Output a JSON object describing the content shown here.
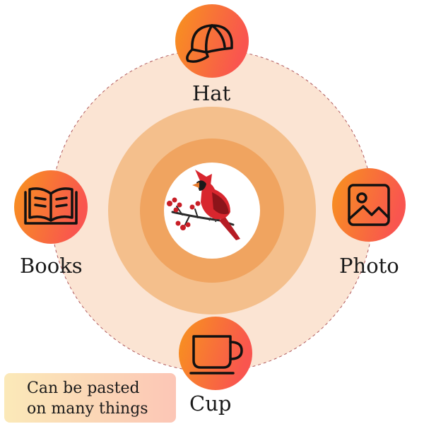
{
  "items": {
    "top": {
      "label": "Hat",
      "icon": "hat-icon"
    },
    "left": {
      "label": "Books",
      "icon": "book-icon"
    },
    "right": {
      "label": "Photo",
      "icon": "image-icon"
    },
    "bottom": {
      "label": "Cup",
      "icon": "cup-icon"
    }
  },
  "center": {
    "icon": "cardinal-bird-icon"
  },
  "note": {
    "line1": "Can be pasted",
    "line2": "on many things"
  },
  "colors": {
    "outer_disc": "#fbe4d3",
    "ring_outer": "#f4bf8c",
    "ring_inner": "#f0a460",
    "badge_from": "#f7941d",
    "badge_to": "#f9554f",
    "dashed_circle": "#b0585c",
    "cardinal_red": "#d8262e",
    "berry_red": "#c81e26"
  }
}
